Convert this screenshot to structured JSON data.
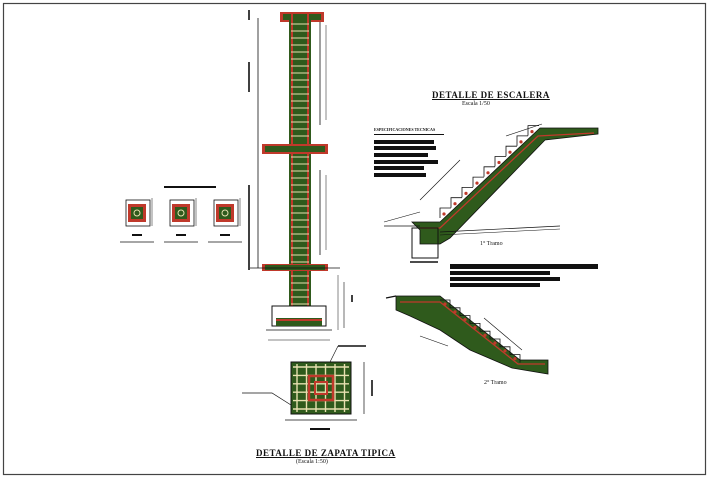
{
  "drawing": {
    "stair_title": "DETALLE DE ESCALERA",
    "stair_scale": "Escala 1/50",
    "footing_title": "DETALLE DE ZAPATA TIPICA",
    "footing_scale": "(Escala 1:50)",
    "flight_1_label": "1° Tramo",
    "flight_2_label": "2° Tramo",
    "spec_heading": "ESPECIFICACIONES TECNICAS"
  },
  "colors": {
    "border": "#333333",
    "concrete": "#2f5a1c",
    "rebar": "#c0392b",
    "dark_rebar": "#7a1a10",
    "line": "#111111"
  }
}
